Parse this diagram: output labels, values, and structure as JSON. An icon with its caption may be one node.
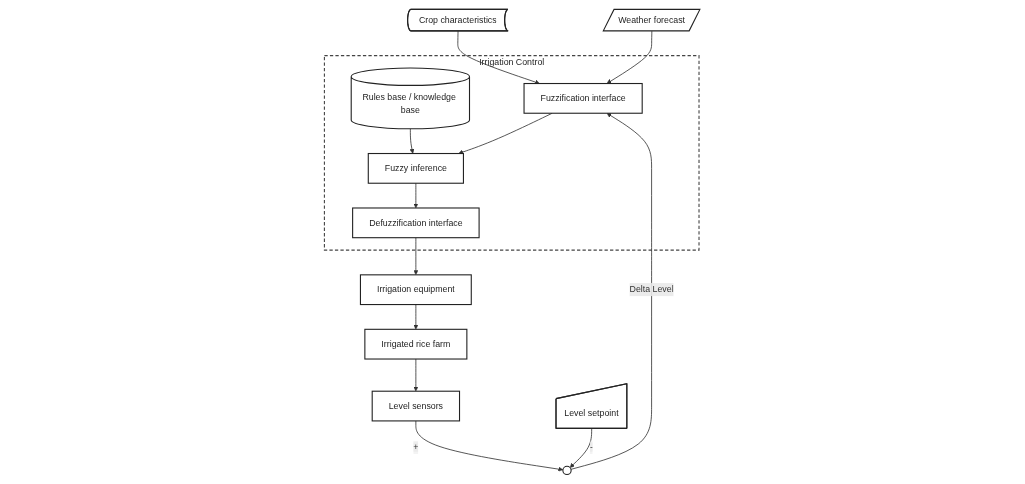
{
  "diagram": {
    "nodes": [
      {
        "text": [
          "Irrigation Control"
        ]
      },
      {
        "text": [
          "Rules base / knowledge base"
        ],
        "in": 0
      },
      {
        "text": [
          "Fuzzification interface"
        ],
        "in": 0
      },
      {
        "text": [
          "Fuzzy inference"
        ],
        "in": 0
      },
      {
        "text": [
          "Defuzzification interface"
        ],
        "in": 0
      },
      {
        "text": [
          "Crop characteristics"
        ]
      },
      {
        "text": [
          "Weather forecast"
        ]
      },
      {
        "text": [],
        "shape": "circle"
      },
      {
        "text": [
          "Level setpoint"
        ]
      },
      {
        "text": [
          "Level sensors"
        ]
      },
      {
        "text": [
          "Irrigated rice farm"
        ]
      },
      {
        "text": [
          "Irrigation equipment"
        ]
      }
    ],
    "edges": [
      {
        "from": 1,
        "to": 3,
        "arrow": "to"
      },
      {
        "from": 5,
        "to": 2,
        "arrow": "to"
      },
      {
        "from": 6,
        "to": 2,
        "arrow": "to"
      },
      {
        "from": 2,
        "to": 3,
        "arrow": "to"
      },
      {
        "from": 3,
        "to": 4,
        "arrow": "to"
      },
      {
        "from": 4,
        "to": 11,
        "arrow": "to"
      },
      {
        "from": 11,
        "to": 10,
        "arrow": "to"
      },
      {
        "from": 10,
        "to": 9,
        "arrow": "to"
      },
      {
        "from": 9,
        "to": 7,
        "label": "+",
        "arrow": "to"
      },
      {
        "from": 8,
        "to": 7,
        "label": "-",
        "arrow": "to"
      },
      {
        "from": 7,
        "to": 2,
        "label": "Delta Level",
        "arrow": "to"
      }
    ]
  }
}
